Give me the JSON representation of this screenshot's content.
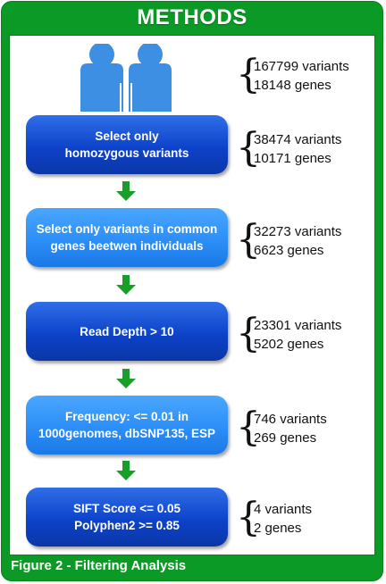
{
  "title": "METHODS",
  "caption": "Figure 2 - Filtering Analysis",
  "colors": {
    "frame_green": "#0b9a26",
    "step_dark_blue": "#0d43c9",
    "step_light_blue": "#2c8ef7",
    "arrow_green": "#1a9e2a",
    "people_blue": "#3d8fe3"
  },
  "icon": "two-people-icon",
  "start": {
    "variants": "167799 variants",
    "genes": "18148 genes"
  },
  "steps": [
    {
      "label": "Select only\nhomozygous variants",
      "variants": "38474 variants",
      "genes": "10171 genes"
    },
    {
      "label": "Select only variants in common\ngenes beetwen individuals",
      "variants": "32273 variants",
      "genes": "6623 genes"
    },
    {
      "label": "Read Depth > 10",
      "variants": "23301 variants",
      "genes": "5202 genes"
    },
    {
      "label": "Frequency: <= 0.01 in\n1000genomes, dbSNP135, ESP",
      "variants": "746 variants",
      "genes": "269 genes"
    },
    {
      "label": "SIFT Score <= 0.05\nPolyphen2 >= 0.85",
      "variants": "4 variants",
      "genes": "2 genes"
    }
  ]
}
